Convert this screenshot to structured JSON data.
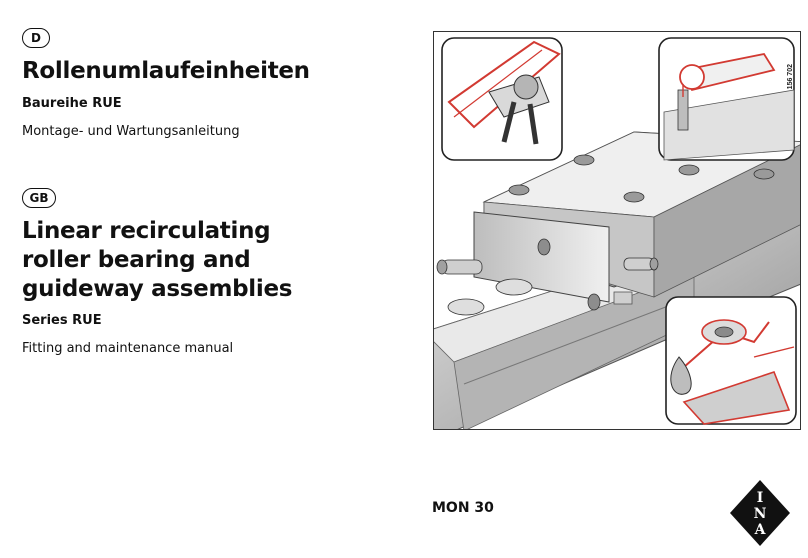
{
  "german": {
    "lang_code": "D",
    "title": "Rollenumlaufeinheiten",
    "series": "Baureihe RUE",
    "manual": "Montage- und Wartungsanleitung"
  },
  "english": {
    "lang_code": "GB",
    "title_lines": [
      "Linear recirculating",
      "roller bearing and",
      "guideway assemblies"
    ],
    "series": "Series RUE",
    "manual": "Fitting and maintenance manual"
  },
  "figure": {
    "code": "156 702"
  },
  "document": {
    "number": "MON 30"
  },
  "brand": {
    "name": "INA",
    "letters": [
      "I",
      "N",
      "A"
    ],
    "color": "#111111"
  },
  "colors": {
    "accent_red": "#d23a32",
    "steel": "#c8c8c8"
  }
}
